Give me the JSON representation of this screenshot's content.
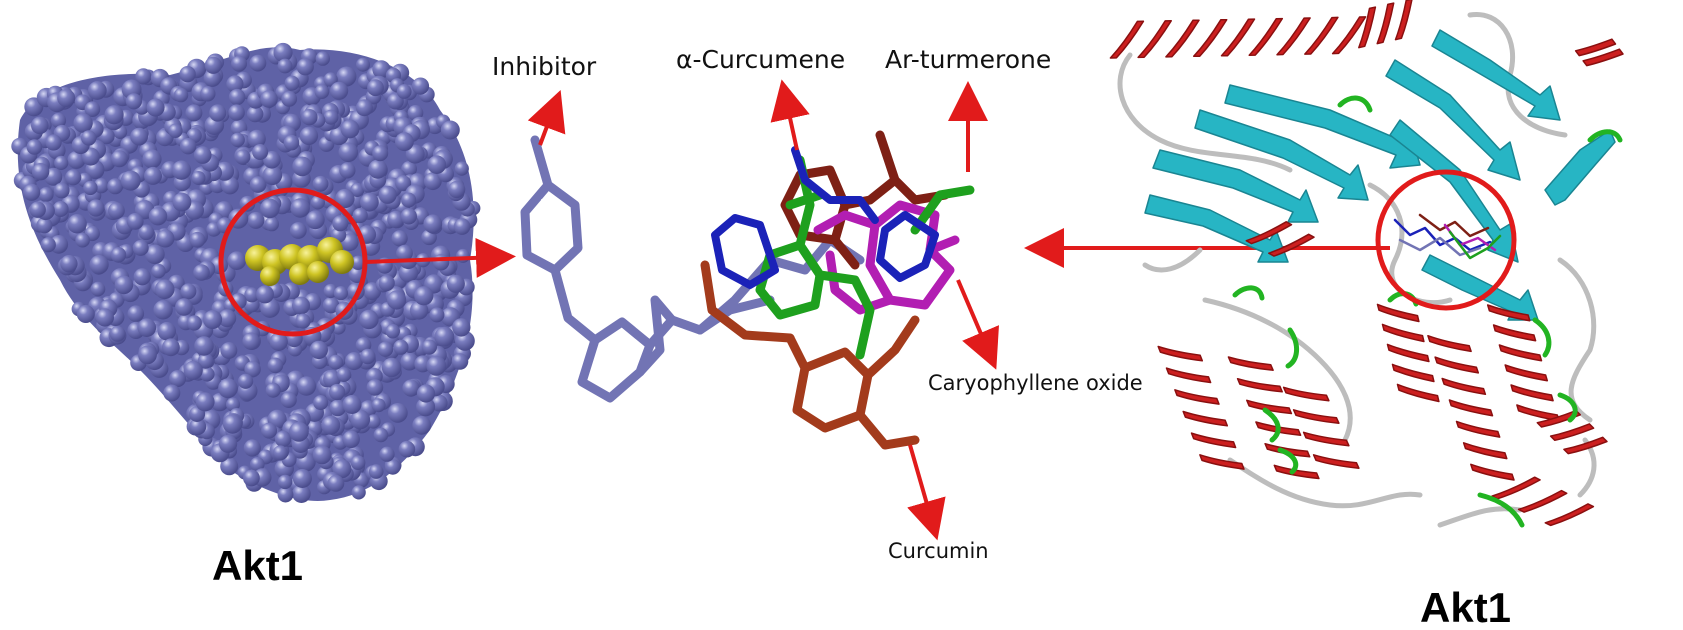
{
  "panels": {
    "left_title": "Akt1",
    "right_title": "Akt1"
  },
  "ligands": [
    {
      "name": "Inhibitor",
      "color": "#7274b4"
    },
    {
      "name": "α-Curcumene",
      "color": "#1ea01e"
    },
    {
      "name": "Ar-turmerone",
      "color": "#8b2417"
    },
    {
      "name": "Caryophyllene oxide",
      "color": "#b21eb2"
    },
    {
      "name": "Curcumin",
      "color": "#a33b1c"
    }
  ],
  "colors": {
    "arrow": "#e11b1b",
    "surface_protein": "#6d6fb0",
    "surface_ligand": "#c9c21a",
    "helix": "#cc1f1f",
    "sheet": "#27b5c4",
    "turn": "#22b422",
    "coil": "#bdbdbd"
  }
}
